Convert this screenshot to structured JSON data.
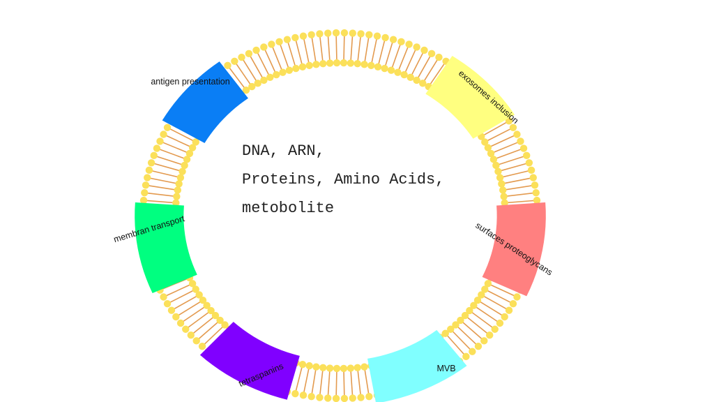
{
  "center_text": {
    "line1": "DNA, ARN,",
    "line2": "Proteins, Amino Acids,",
    "line3": "metobolite"
  },
  "segments": [
    {
      "label": "antigen presentation",
      "color": "#0a7ef5"
    },
    {
      "label": "exosomes inclusion",
      "color": "#ffff80"
    },
    {
      "label": "surfaces proteoglycans",
      "color": "#ff8080"
    },
    {
      "label": "MVB",
      "color": "#80ffff"
    },
    {
      "label": "tetraspanins",
      "color": "#8000ff"
    },
    {
      "label": "membran transport",
      "color": "#00ff80"
    }
  ],
  "colors": {
    "lipid_head": "#fbe05a",
    "lipid_tail": "#e39a4f"
  }
}
